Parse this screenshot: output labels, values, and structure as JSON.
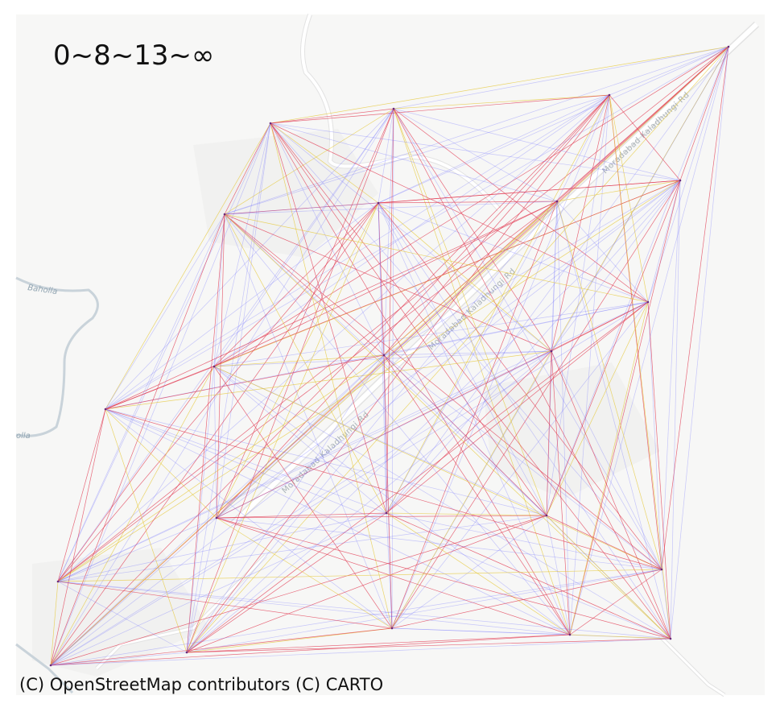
{
  "title": "0~8~13~∞",
  "attribution": "(C) OpenStreetMap contributors (C) CARTO",
  "map_labels": {
    "road_1": "Moradabad Kaladhungi Rd",
    "road_2": "Moradabad Kaladhungi Rd",
    "road_3": "Moradabad Kaladhungi Rd",
    "water_1": "Baholla",
    "water_2": "olla"
  },
  "legend_bins": [
    "0",
    "8",
    "13",
    "∞"
  ],
  "colors": {
    "background": "#f7f7f6",
    "water": "#c9d3da",
    "road": "#ffffff",
    "road_edge": "#e2e2e2",
    "edge_low": "#6b6bff",
    "edge_mid": "#e6c83a",
    "edge_high": "#e23a52"
  }
}
